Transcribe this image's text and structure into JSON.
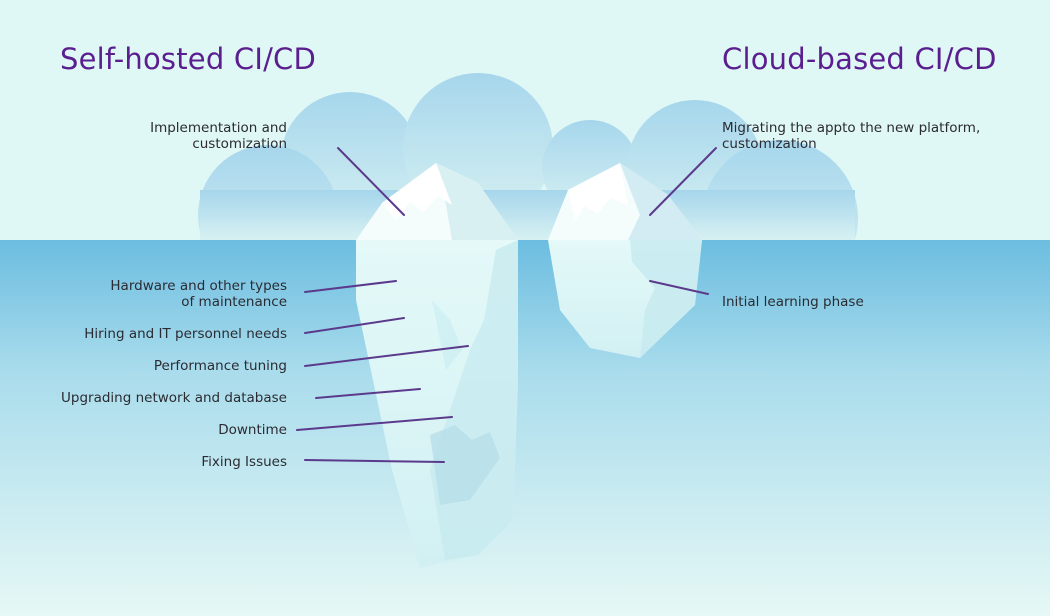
{
  "titles": {
    "left": "Self-hosted CI/CD",
    "right": "Cloud-based CI/CD"
  },
  "left_labels": {
    "above": "Implementation and\ncustomization",
    "below": [
      "Hardware and other types\nof maintenance",
      "Hiring and IT personnel needs",
      "Performance tuning",
      "Upgrading network and database",
      "Downtime",
      "Fixing Issues"
    ]
  },
  "right_labels": {
    "above": "Migrating the appto the new platform,\ncustomization",
    "below": [
      "Initial learning phase"
    ]
  },
  "colors": {
    "title": "#5b1e8f",
    "connector": "#5b3a8c",
    "sky": "#dff7f5",
    "cloud": "#b5e0ef",
    "water_top": "#6cbde0",
    "water_bottom": "#e6f8f5",
    "ice_light": "#f4fdfc",
    "ice_shadow": "#c9ecf2"
  }
}
